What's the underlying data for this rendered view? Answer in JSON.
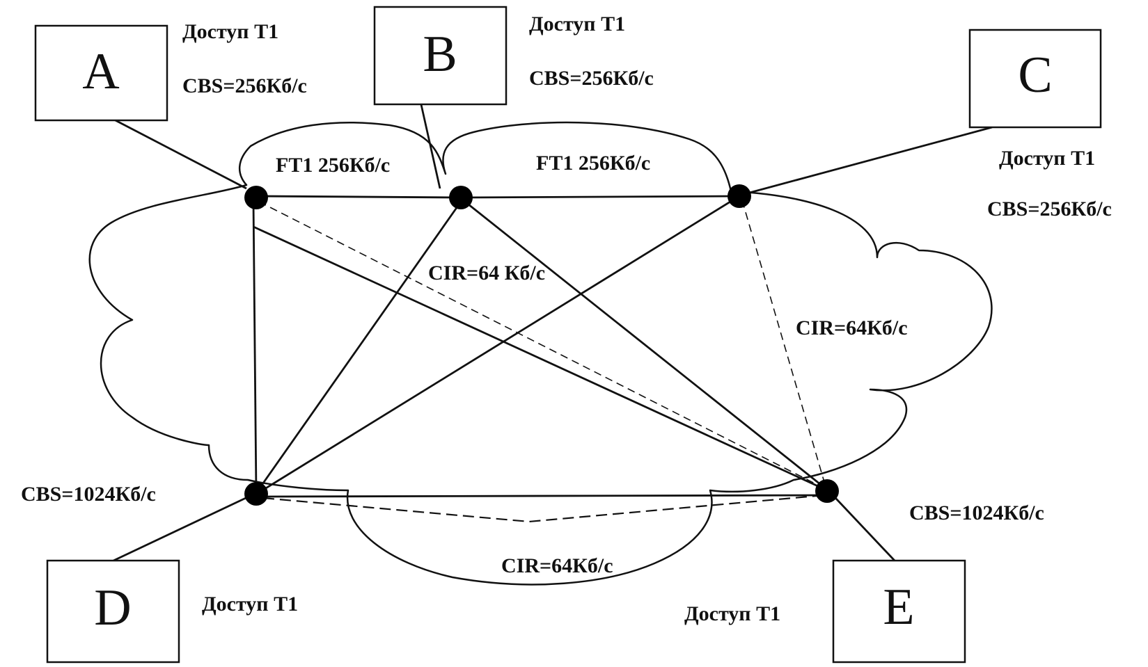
{
  "nodes": {
    "A": {
      "letter": "A",
      "access": "Доступ T1",
      "cbs": "CBS=256Кб/с"
    },
    "B": {
      "letter": "B",
      "access": "Доступ T1",
      "cbs": "CBS=256Кб/с"
    },
    "C": {
      "letter": "C",
      "access": "Доступ T1",
      "cbs": "CBS=256Кб/с"
    },
    "D": {
      "letter": "D",
      "access": "Доступ T1",
      "cbs": "CBS=1024Кб/с"
    },
    "E": {
      "letter": "E",
      "access": "Доступ T1",
      "cbs": "CBS=1024Кб/с"
    }
  },
  "links": {
    "ab": "FT1 256Кб/с",
    "bc": "FT1 256Кб/с",
    "cir_center": "CIR=64 Кб/с",
    "cir_right": "CIR=64Кб/с",
    "cir_bottom": "CIR=64Кб/с"
  }
}
